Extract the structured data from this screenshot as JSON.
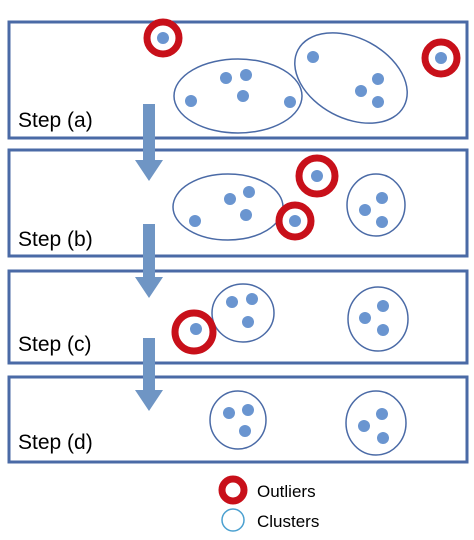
{
  "steps": [
    {
      "label": "Step (a)"
    },
    {
      "label": "Step (b)"
    },
    {
      "label": "Step (c)"
    },
    {
      "label": "Step (d)"
    }
  ],
  "legend": {
    "outliers_label": "Outliers",
    "clusters_label": "Clusters"
  },
  "colors": {
    "panel_border": "#4a6aa6",
    "point_fill": "#6a95d0",
    "cluster_stroke": "#4a6aa6",
    "outlier_ring": "#c8101a",
    "arrow": "#6f95c4"
  }
}
